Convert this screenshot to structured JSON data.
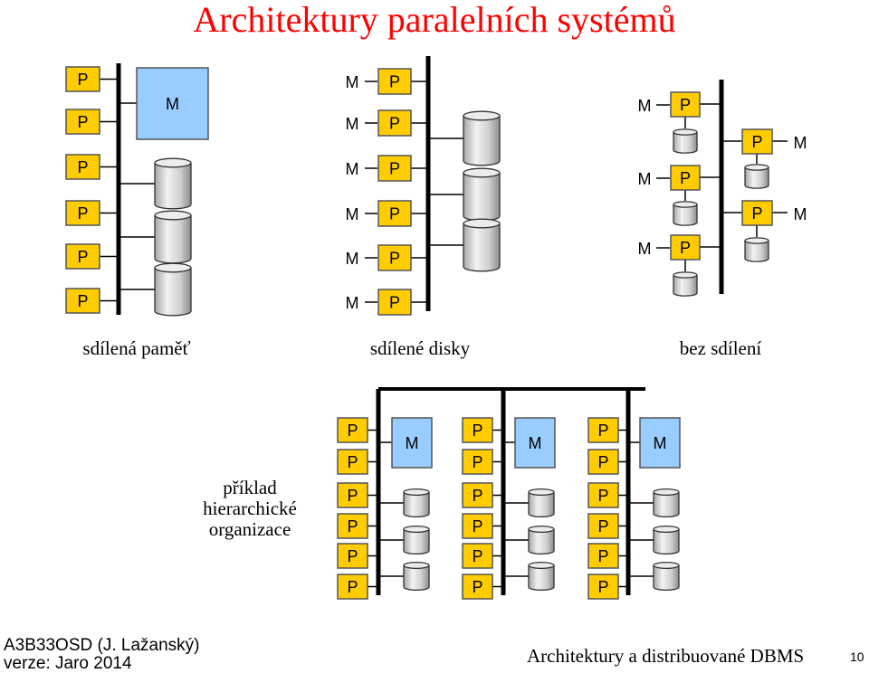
{
  "title": "Architektury paralelních systémů",
  "node_labels": {
    "processor": "P",
    "memory": "M"
  },
  "captions": {
    "shared_memory": "sdílená paměť",
    "shared_disks": "sdílené disky",
    "shared_nothing": "bez sdílení",
    "hierarchical_line1": "příklad",
    "hierarchical_line2": "hierarchické",
    "hierarchical_line3": "organizace"
  },
  "footer": {
    "course": "A3B33OSD (J. Lažanský)",
    "version": "verze: Jaro 2014",
    "subject": "Architektury a distribuované DBMS",
    "page": "10"
  },
  "colors": {
    "processor": "#ffcc00",
    "memory": "#99ccff",
    "title": "#ff0000",
    "disk": "#d9d9d9"
  }
}
